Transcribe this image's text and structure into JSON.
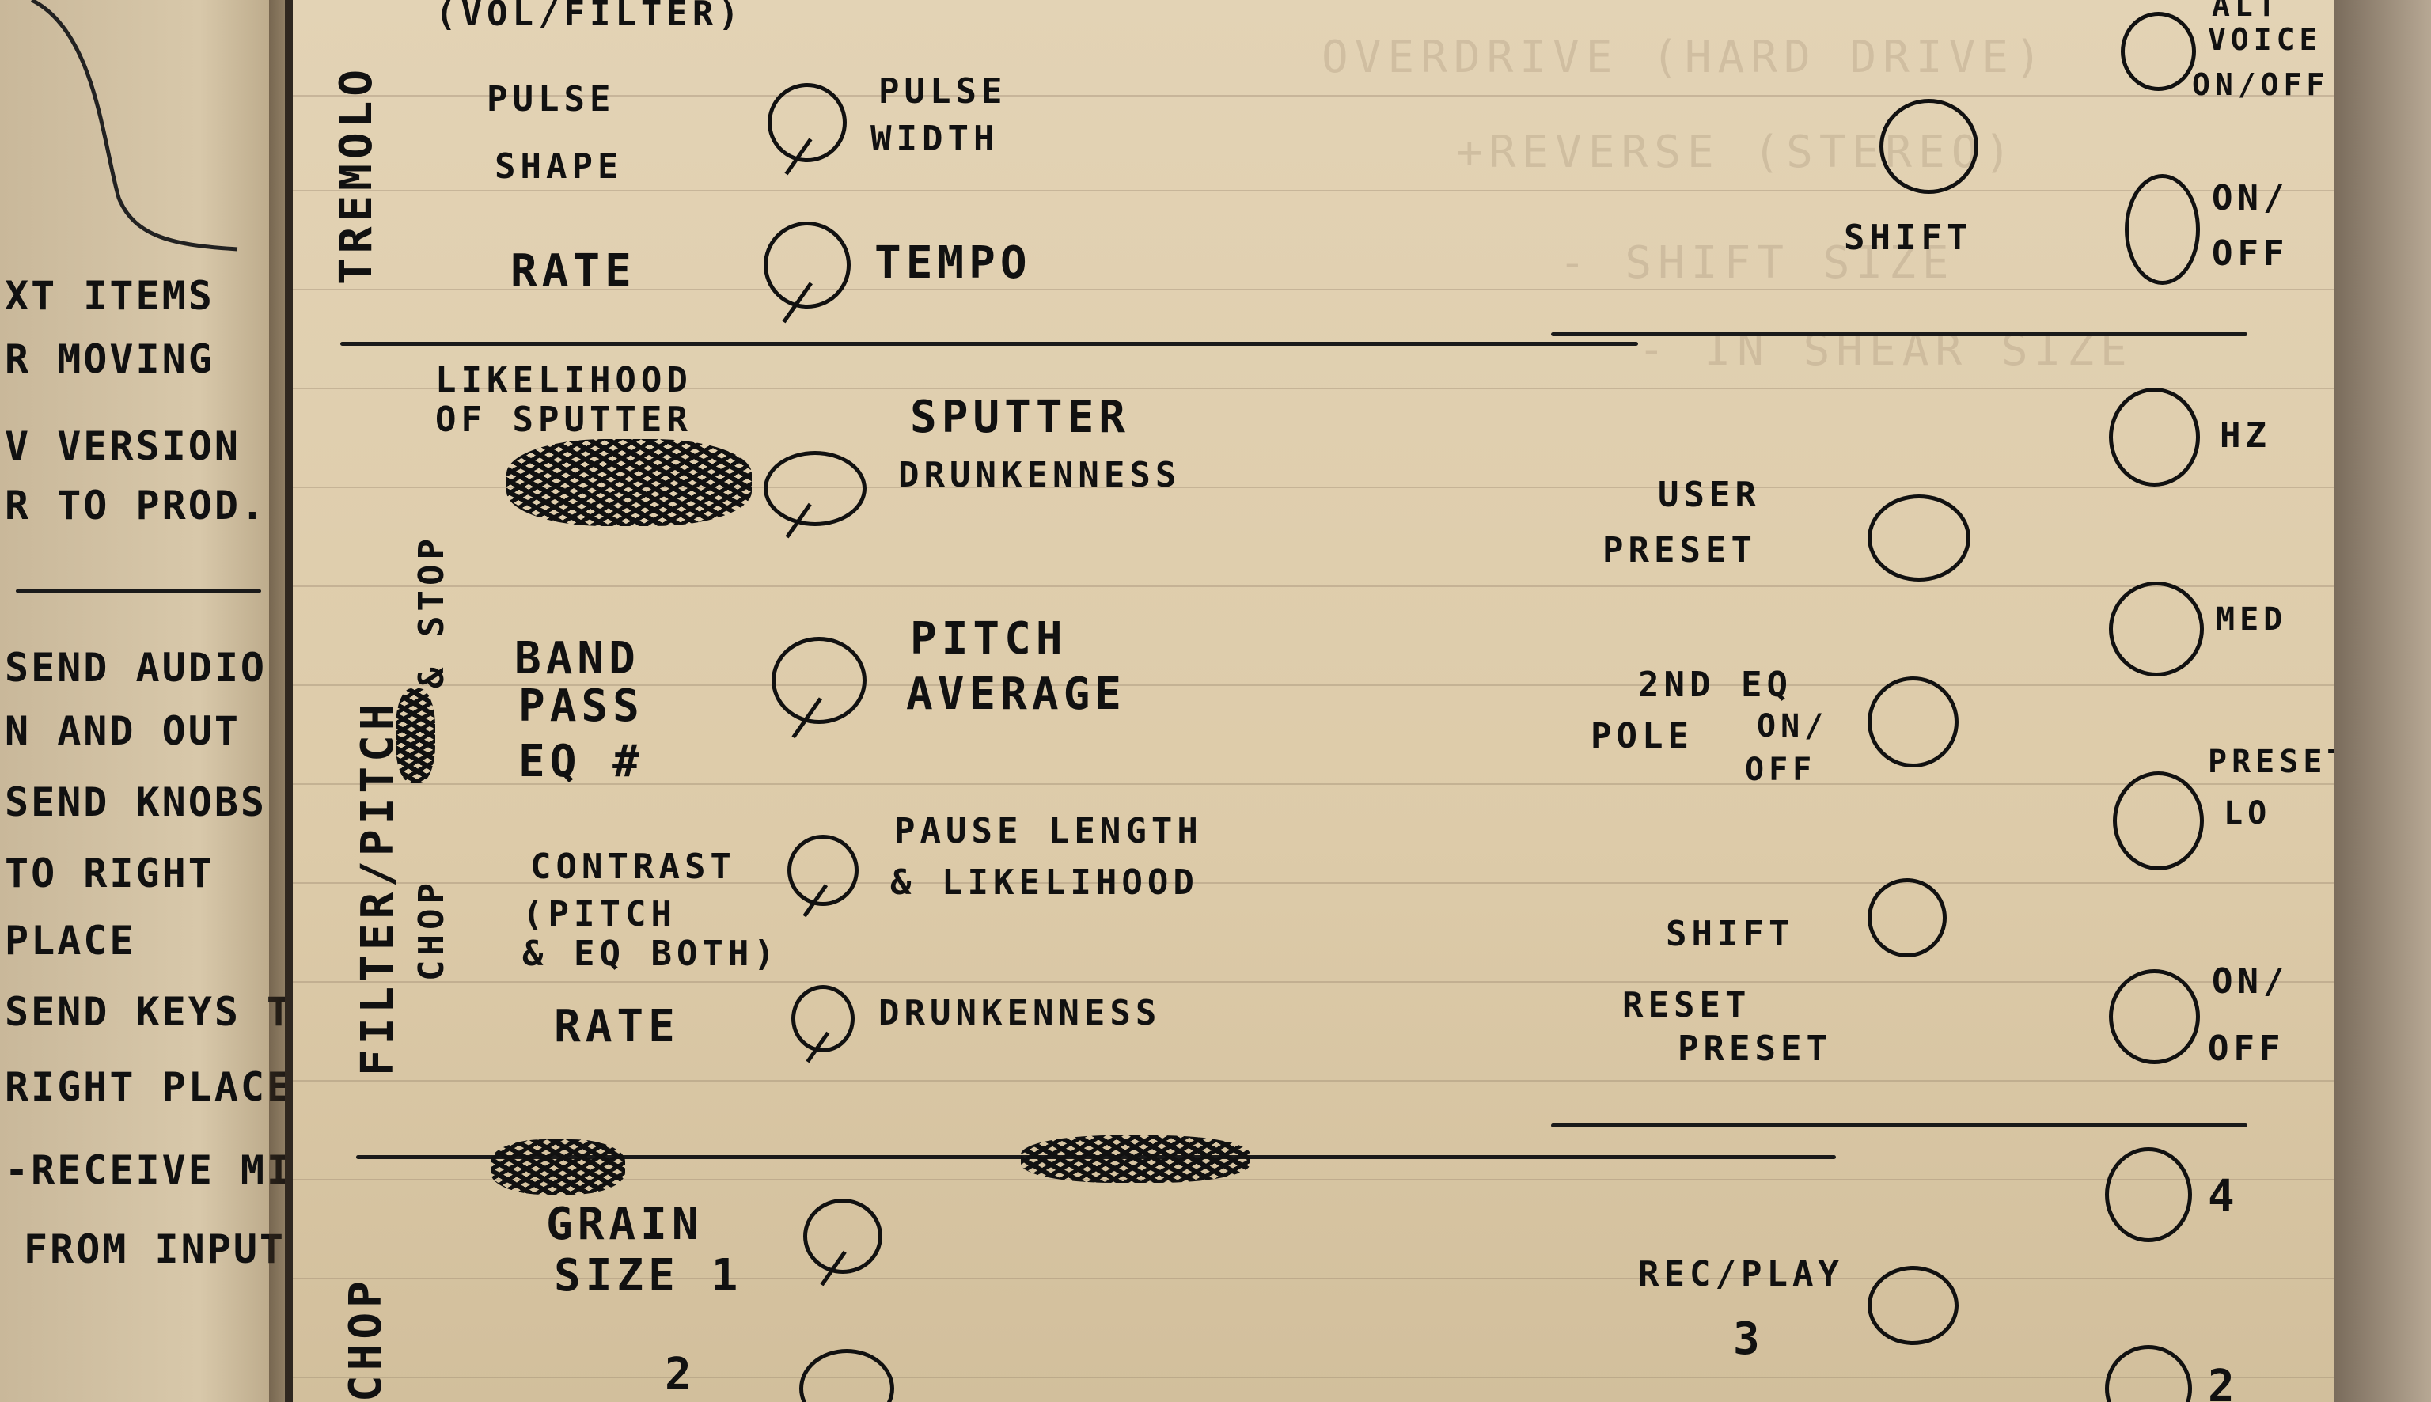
{
  "left_page": {
    "lines": [
      "XT ITEMS",
      "R MOVING",
      "V VERSION",
      "R TO PROD.",
      "SEND AUDIO",
      "N AND OUT",
      "SEND KNOBS",
      "TO RIGHT",
      "PLACE",
      "SEND KEYS TO",
      "RIGHT PLACE",
      "-RECEIVE MIDI",
      "FROM INPUT"
    ]
  },
  "sections": {
    "tremolo": {
      "title": "TREMOLO",
      "top_partial": "(VOL/FILTER)",
      "rows": [
        {
          "left": "PULSE",
          "left2": "SHAPE",
          "right": "PULSE",
          "right2": "WIDTH"
        },
        {
          "left": "RATE",
          "right": "TEMPO"
        }
      ],
      "shift_label": "SHIFT",
      "side": [
        {
          "label": "ALT",
          "label2": "VOICE",
          "label3": "ON/OFF"
        },
        {
          "label": "ON/",
          "label2": "OFF"
        }
      ]
    },
    "filter": {
      "title": "FILTER/PITCH",
      "title2": "CHOP",
      "title3": "& STOP",
      "rows": [
        {
          "left": "LIKELIHOOD",
          "left2": "OF SPUTTER",
          "right": "SPUTTER",
          "right2": "DRUNKENNESS"
        },
        {
          "left": "BAND",
          "left2": "PASS",
          "left3": "EQ #",
          "right": "PITCH",
          "right2": "AVERAGE"
        },
        {
          "left": "CONTRAST",
          "left2": "(PITCH",
          "left3": "& EQ BOTH)",
          "right": "PAUSE LENGTH",
          "right2": "& LIKELIHOOD"
        },
        {
          "left": "RATE",
          "right": "DRUNKENNESS"
        }
      ],
      "buttons": [
        {
          "label": "USER",
          "label2": "PRESET"
        },
        {
          "label": "2ND EQ",
          "label2": "POLE",
          "label3": "ON/",
          "label4": "OFF"
        },
        {
          "label": "SHIFT",
          "label2": "RESET",
          "label3": "PRESET"
        }
      ],
      "side": [
        {
          "label": "HZ"
        },
        {
          "label": "MED"
        },
        {
          "label": "PRESET",
          "label2": "LO"
        },
        {
          "label": "ON/",
          "label2": "OFF"
        }
      ]
    },
    "grain": {
      "title": "CHOP",
      "rows": [
        {
          "left": "GRAIN",
          "left2": "SIZE 1"
        },
        {
          "left": "2"
        }
      ],
      "buttons": [
        {
          "label": "REC/PLAY",
          "label2": "3"
        }
      ],
      "side": [
        {
          "label": "4"
        },
        {
          "label": "2"
        }
      ]
    }
  },
  "ghost_text": [
    "OVERDRIVE  (HARD DRIVE)",
    "+REVERSE  (STEREO)",
    "- SHIFT  SIZE",
    "- IN SHEAR SIZE"
  ]
}
